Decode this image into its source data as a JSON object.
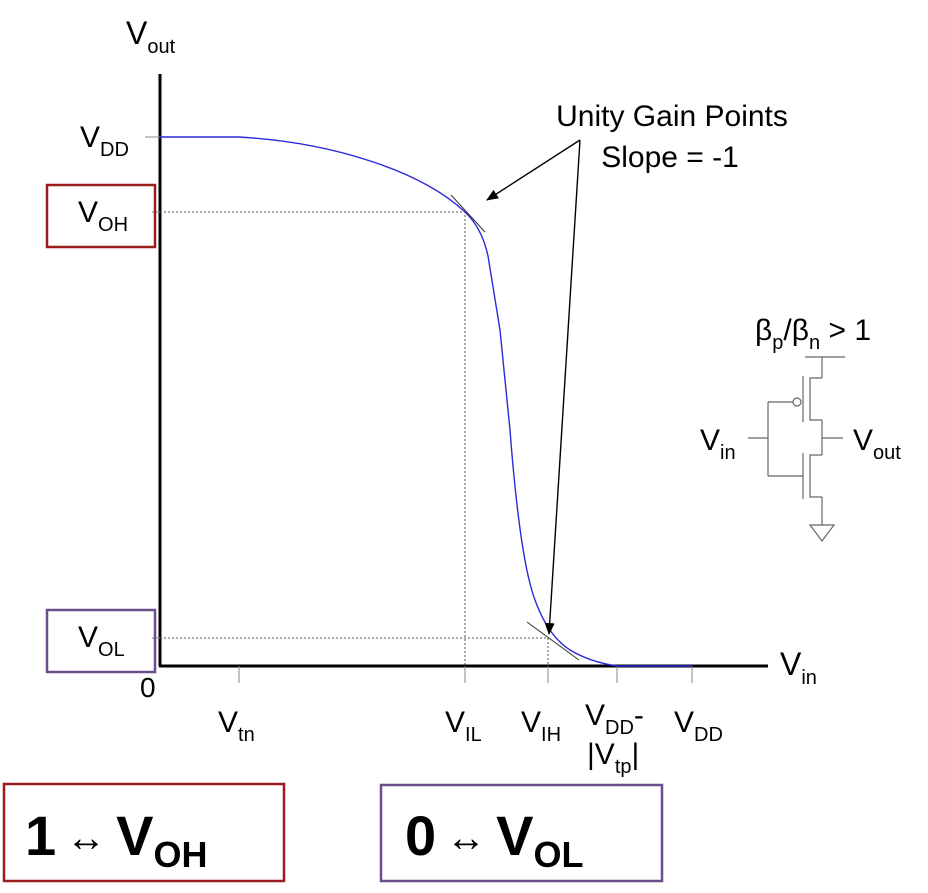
{
  "axes": {
    "y": {
      "main": "V",
      "sub": "out"
    },
    "x": {
      "main": "V",
      "sub": "in"
    },
    "origin": "0"
  },
  "y_labels": {
    "vdd": {
      "main": "V",
      "sub": "DD"
    },
    "voh": {
      "main": "V",
      "sub": "OH"
    },
    "vol": {
      "main": "V",
      "sub": "OL"
    }
  },
  "x_labels": {
    "vtn": {
      "main": "V",
      "sub": "tn"
    },
    "vil": {
      "main": "V",
      "sub": "IL"
    },
    "vih": {
      "main": "V",
      "sub": "IH"
    },
    "vdd_minus_vtp": {
      "line1_main": "V",
      "line1_sub": "DD",
      "line1_suffix": "-",
      "line2_prefix": "|V",
      "line2_sub": "tp",
      "line2_suffix": "|"
    },
    "vdd": {
      "main": "V",
      "sub": "DD"
    }
  },
  "annotation": {
    "line1": "Unity Gain Points",
    "line2": "Slope = -1"
  },
  "circuit": {
    "ratio": {
      "beta1": "β",
      "sub1": "p",
      "slash": "/",
      "beta2": "β",
      "sub2": "n",
      "tail": " > 1"
    },
    "input": {
      "main": "V",
      "sub": "in"
    },
    "output": {
      "main": "V",
      "sub": "out"
    }
  },
  "mapping": {
    "one": {
      "lhs": "1",
      "arrow": "↔",
      "main": "V",
      "sub": "OH"
    },
    "zero": {
      "lhs": "0",
      "arrow": "↔",
      "main": "V",
      "sub": "OL"
    }
  },
  "colors": {
    "curve": "#2b2bd9",
    "voh_box": "#9b1c1c",
    "vol_box": "#6a4f8a",
    "one_box": "#9b1c1c",
    "zero_box": "#6a4f8a"
  }
}
